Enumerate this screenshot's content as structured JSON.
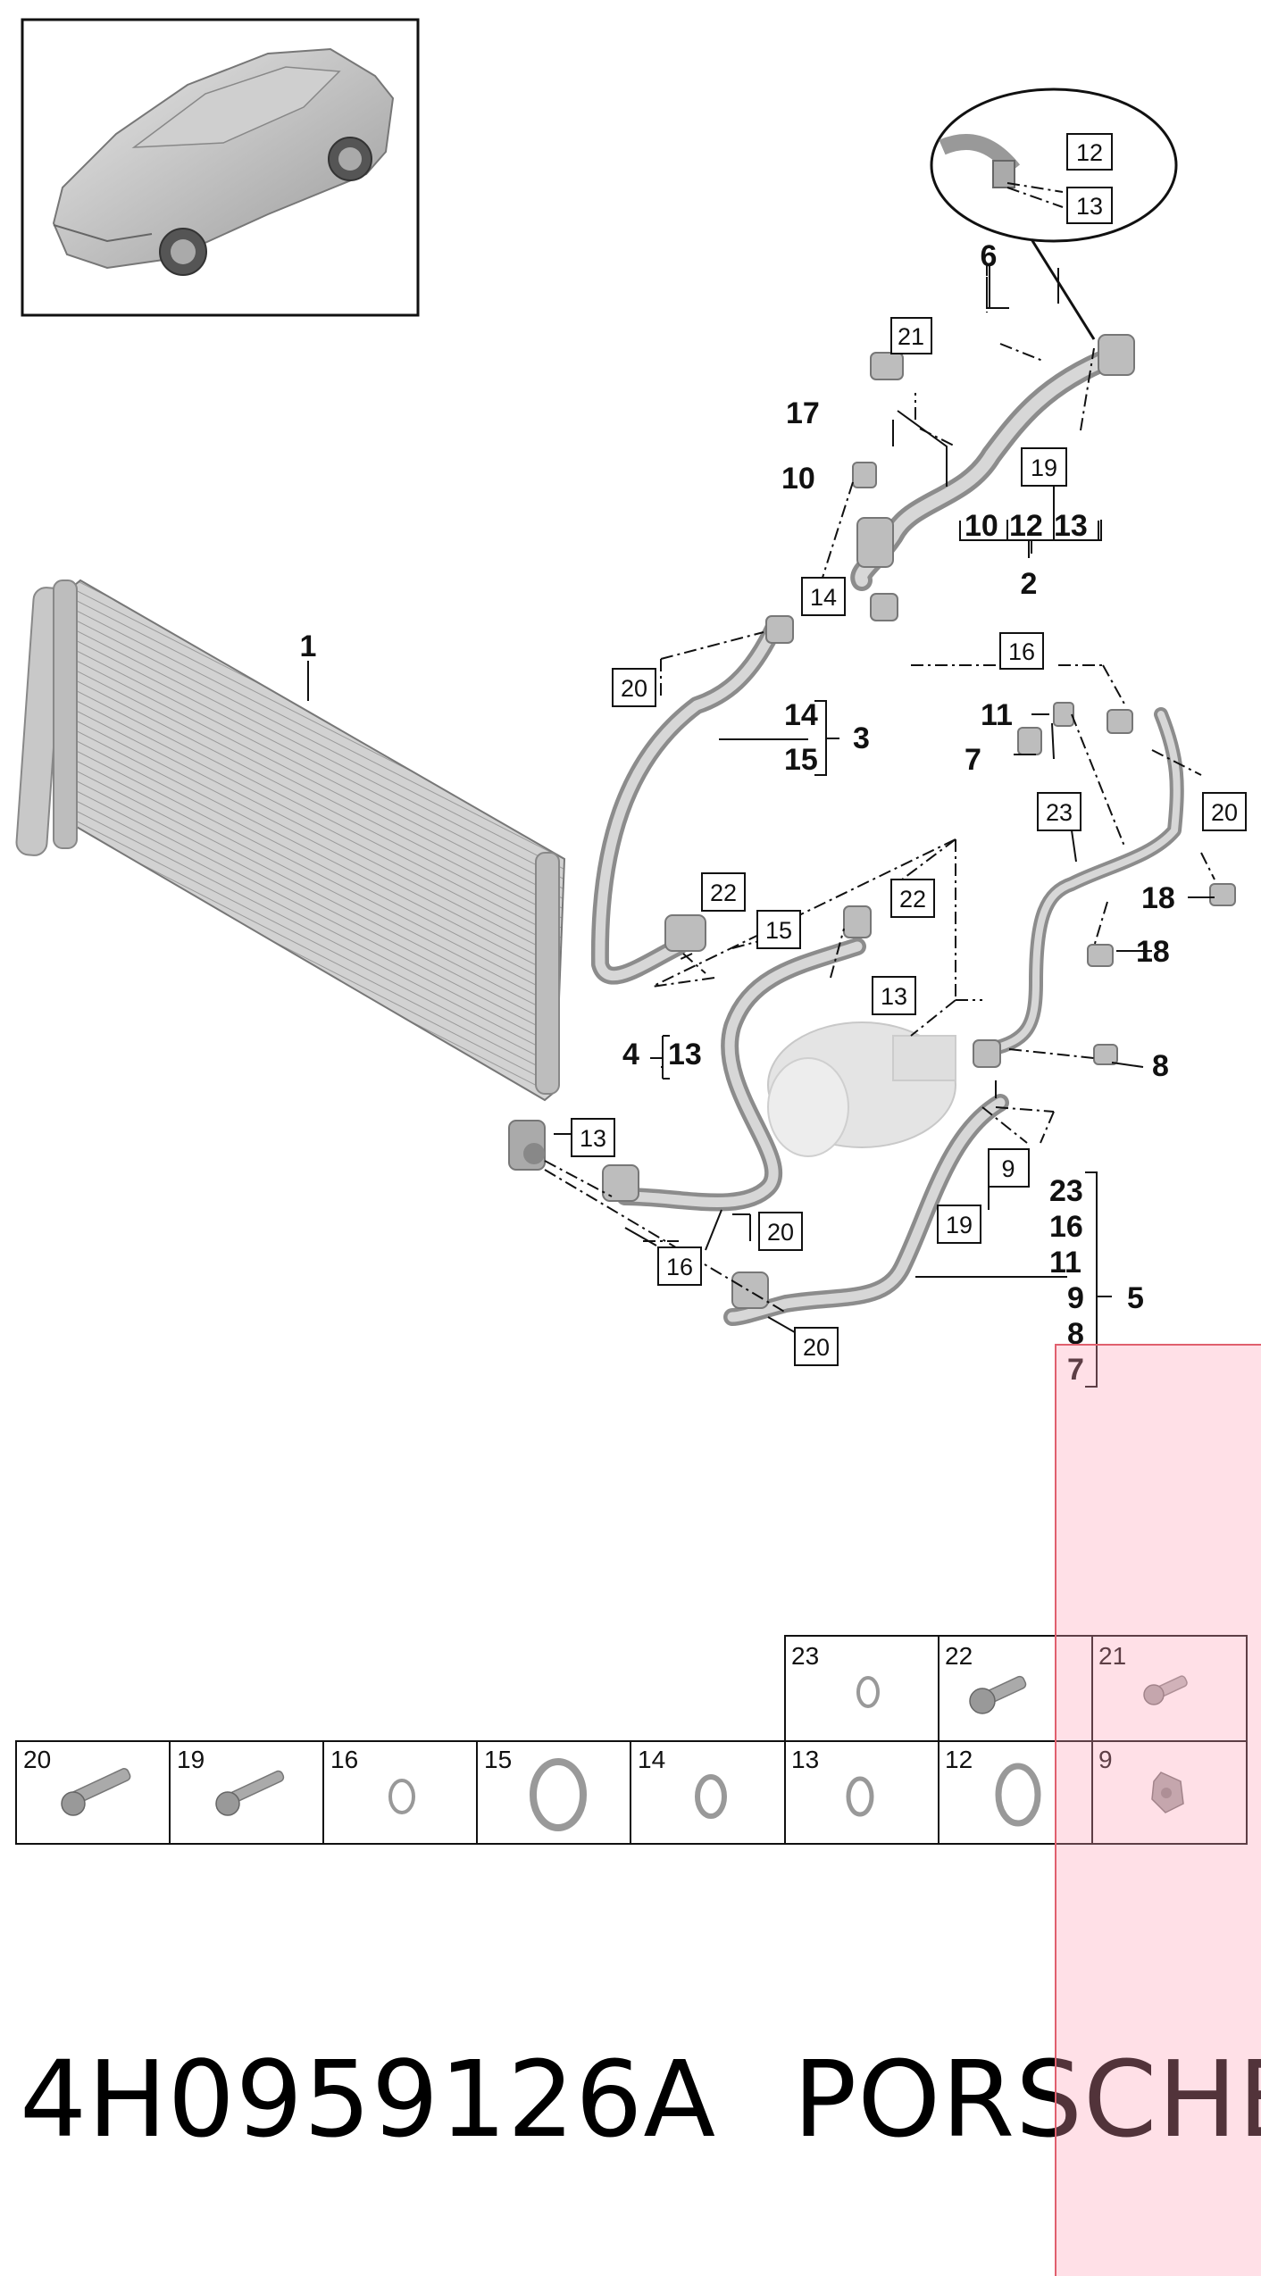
{
  "callouts": {
    "c1": "1",
    "c2": "2",
    "c3": "3",
    "c4": "4",
    "c5": "5",
    "c6": "6",
    "c7": "7",
    "c8": "8",
    "c10": "10",
    "c11": "11",
    "c17": "17",
    "c18a": "18",
    "c18b": "18"
  },
  "boxes": {
    "b12_top": "12",
    "b13_top": "13",
    "b21": "21",
    "b19_upper": "19",
    "b14": "14",
    "b20_left": "20",
    "b16_upper": "16",
    "b20_right": "20",
    "b23": "23",
    "b22_left": "22",
    "b22_right": "22",
    "b15": "15",
    "b13_mid": "13",
    "b13_low": "13",
    "b9": "9",
    "b19_lower": "19",
    "b20_low1": "20",
    "b16_low": "16",
    "b20_low2": "20"
  },
  "groups": {
    "g2": [
      "10",
      "12",
      "13"
    ],
    "g3": [
      "14",
      "15"
    ],
    "g4": [
      "13"
    ],
    "g5": [
      "23",
      "16",
      "11",
      "9",
      "8",
      "7"
    ]
  },
  "parts_table": {
    "top_row": [
      "23",
      "22",
      "21"
    ],
    "bottom_row": [
      "20",
      "19",
      "16",
      "15",
      "14",
      "13",
      "12",
      "9"
    ]
  },
  "footer": {
    "part_number": "4H0959126A",
    "brand": "PORSCHE"
  },
  "colors": {
    "line": "#111111",
    "part_gray": "#b8b8b8",
    "overlay": "#ffa0b4"
  }
}
